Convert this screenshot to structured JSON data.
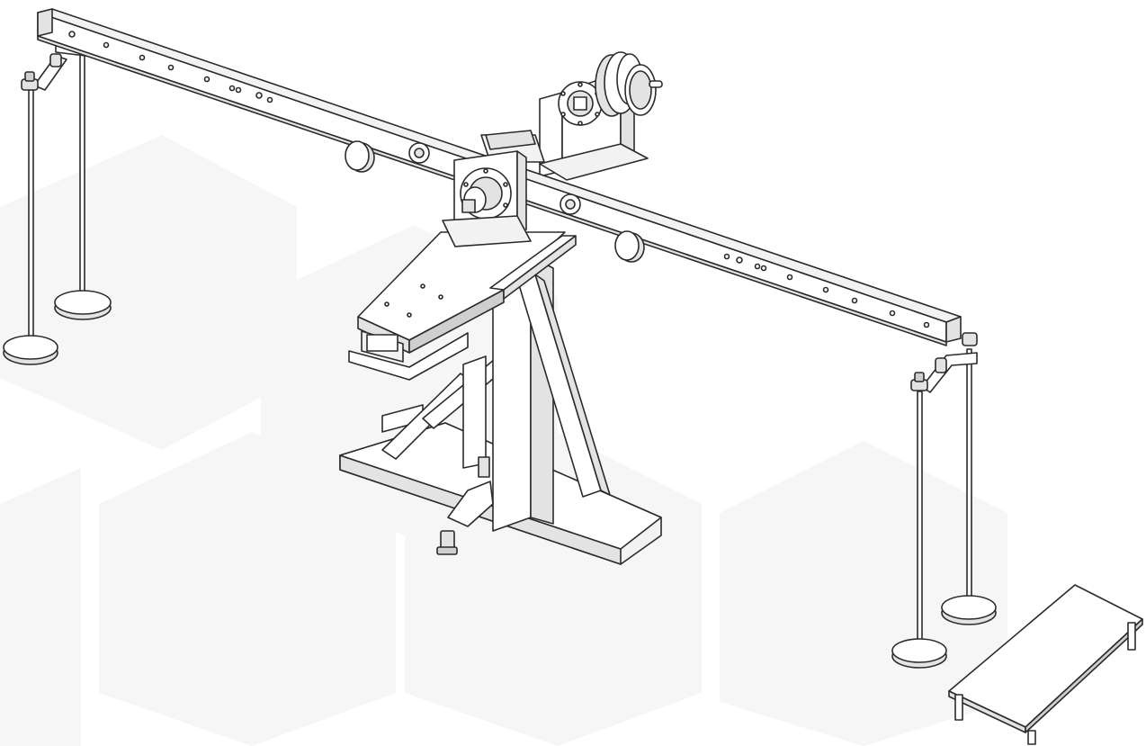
{
  "drawing": {
    "subject": "",
    "components": {
      "beam": "balance-beam",
      "left_stands": "left-support-stands",
      "right_stands": "right-support-stands",
      "pedestal": "central-pedestal-frame",
      "carriage": "linear-carriage",
      "gearbox": "rotary-gearbox",
      "handwheel": "handwheel",
      "platform": "small-platform-table",
      "counterweights": "counterweights"
    },
    "colors": {
      "line": "#2b2b2b",
      "face_light": "#ffffff",
      "face_mid": "#e3e3e3",
      "face_dark": "#cfcfcf",
      "background_hex": "#f6f6f6"
    }
  }
}
